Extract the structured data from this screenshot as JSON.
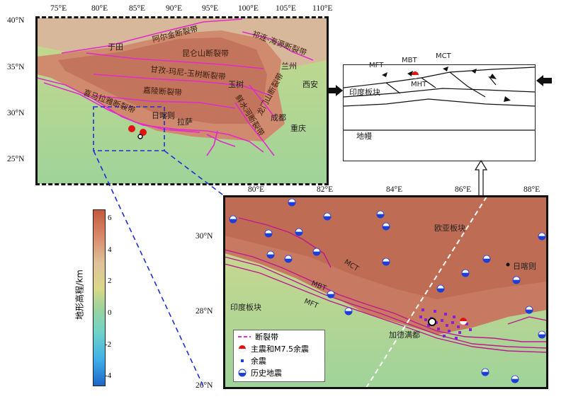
{
  "overview_map": {
    "lon_ticks": [
      "75°E",
      "80°E",
      "85°E",
      "90°E",
      "95°E",
      "100°E",
      "105°E",
      "110°E"
    ],
    "lat_ticks": [
      "40°N",
      "35°N",
      "30°N",
      "25°N"
    ],
    "fault_labels": {
      "altyn": "阿尔金断裂带",
      "qilian": "祁连-海源断裂带",
      "kunlun": "昆仑山断裂带",
      "ganzi": "甘孜-玛尼-玉树断裂带",
      "jiali": "嘉陵断裂带",
      "longmen": "龙门山断裂带",
      "xianshui": "鲜水河断裂带",
      "himalaya": "喜马拉雅断裂带"
    },
    "cities": {
      "hotan": "于田",
      "lanzhou": "兰州",
      "xian": "西安",
      "yushu": "玉树",
      "chengdu": "成都",
      "chongqing": "重庆",
      "shigatse": "日喀则",
      "lhasa": "拉萨"
    }
  },
  "cross_section": {
    "labels": {
      "mft": "MFT",
      "mbt": "MBT",
      "mct": "MCT",
      "mht": "MHT",
      "india": "印度板块",
      "mantle": "地幔"
    }
  },
  "detail_map": {
    "lon_ticks": [
      "80°E",
      "82°E",
      "84°E",
      "86°E",
      "88°E"
    ],
    "lat_ticks": [
      "30°N",
      "28°N",
      "26°N"
    ],
    "labels": {
      "eurasia": "欧亚板块",
      "india": "印度板块",
      "mct": "MCT",
      "mbt": "MBT",
      "mft": "MFT",
      "kathmandu": "加德满都",
      "shigatse": "日喀则"
    },
    "legend": {
      "fault": "断裂带",
      "mainshock": "主震和M7.5余震",
      "aftershock": "余震",
      "historical": "历史地震"
    }
  },
  "colorbar": {
    "title": "地形高程/km",
    "ticks": [
      "6",
      "4",
      "2",
      "0",
      "-2",
      "-4"
    ]
  },
  "colors": {
    "fault": "#e02cc8",
    "aftershock": "#8a1fd6",
    "beachball": "#1d3fd8",
    "mainshock": "#e01414",
    "inset_dash": "#1d2fd8"
  }
}
